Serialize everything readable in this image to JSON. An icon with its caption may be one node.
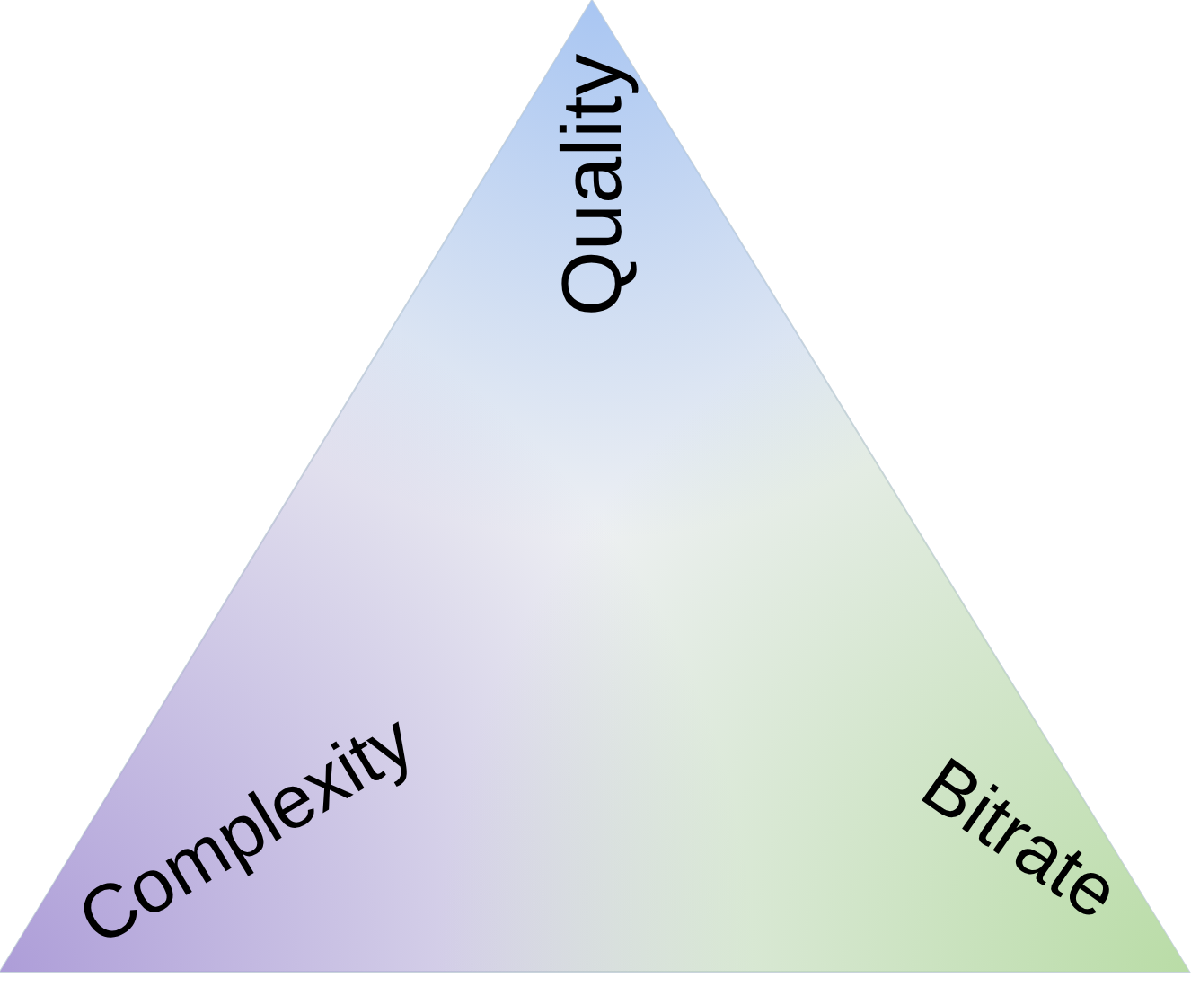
{
  "diagram": {
    "nodes": [
      {
        "text": [
          "Quality",
          "Complexity",
          "Bitrate"
        ]
      }
    ]
  }
}
